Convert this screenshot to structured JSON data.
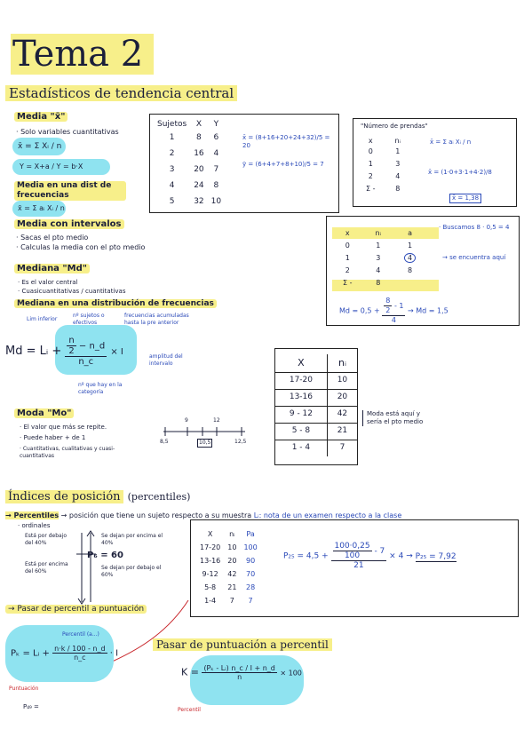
{
  "header": {
    "title": "Tema 2",
    "subtitle": "Estadísticos de tendencia central"
  },
  "media": {
    "title": "Media \"x̄\"",
    "note1": "· Solo variables cuantitativas",
    "formula1": "x̄ = Σ Xᵢ / n",
    "formula2": "Y = X+a / Y = b·X",
    "dist_title": "Media en una dist de frecuencias",
    "formula3": "x̄ = Σ aᵢ Xᵢ / n",
    "interval_title": "Media con intervalos",
    "interval_note1": "· Sacas el pto medio",
    "interval_note2": "· Calculas la media con el pto medio"
  },
  "sujetos_table": {
    "headers": [
      "Sujetos",
      "X",
      "Y"
    ],
    "rows": [
      [
        "1",
        "8",
        "6"
      ],
      [
        "2",
        "16",
        "4"
      ],
      [
        "3",
        "20",
        "7"
      ],
      [
        "4",
        "24",
        "8"
      ],
      [
        "5",
        "32",
        "10"
      ]
    ],
    "calc_x": "x̄ = (8+16+20+24+32)/5 = 20",
    "calc_y": "ȳ = (6+4+7+8+10)/5 = 7"
  },
  "prendas": {
    "title": "\"Número de prendas\"",
    "headers": [
      "x",
      "nᵢ"
    ],
    "rows": [
      [
        "0",
        "1"
      ],
      [
        "1",
        "3"
      ],
      [
        "2",
        "4"
      ]
    ],
    "sigma_label": "Σ -",
    "sigma_value": "8",
    "formula": "x̄ = Σ aᵢ Xᵢ / n",
    "calc": "x̄ = (1·0+3·1+4·2)/8",
    "result": "x̄ = 1,38"
  },
  "mediana": {
    "title": "Mediana \"Md\"",
    "note1": "· Es el valor central",
    "note2": "· Cuasicuantitativas / cuantitativas",
    "dist_title": "Mediana en una distribución de frecuencias",
    "ann_lim": "Lim inferior",
    "ann_suj": "nº sujetos o efectivos",
    "ann_frec": "frecuencias acumuladas hasta la pre anterior",
    "ann_amp": "amplitud del intervalo",
    "ann_cat": "nº que hay en la categoría",
    "formula_lhs": "Md = Lᵢ +",
    "formula_num_a": "n",
    "formula_num_b": "2",
    "formula_nd": "n_d",
    "formula_den": "n_c",
    "formula_tail": "× I"
  },
  "md_example": {
    "headers": [
      "x",
      "nᵢ",
      "a"
    ],
    "rows": [
      [
        "0",
        "1",
        "1"
      ],
      [
        "1",
        "3",
        "4"
      ],
      [
        "2",
        "4",
        "8"
      ]
    ],
    "sigma_label": "Σ -",
    "sigma_value": "8",
    "buscamos": "· Buscamos 8 · 0,5 = 4",
    "encuentra": "→ se encuentra aquí",
    "calc_lhs": "Md = 0,5 +",
    "calc_num_a": "8",
    "calc_num_b": "2",
    "calc_minus": "- 1",
    "calc_den": "4",
    "result": "Md = 1,5"
  },
  "intervals_table": {
    "headers": [
      "X",
      "nᵢ"
    ],
    "rows": [
      [
        "17-20",
        "10"
      ],
      [
        "13-16",
        "20"
      ],
      [
        "9 - 12",
        "42"
      ],
      [
        "5 - 8",
        "21"
      ],
      [
        "1 - 4",
        "7"
      ]
    ],
    "note": "Moda está aquí y sería el pto medio"
  },
  "moda": {
    "title": "Moda \"Mo\"",
    "note1": "· El valor que más se repite.",
    "note2": "· Puede haber + de 1",
    "note3": "· Cuantitativas, cualitativas y cuasi-cuantitativas",
    "axis": [
      "8,5",
      "9",
      "10,5",
      "12",
      "12,5"
    ]
  },
  "posicion": {
    "title": "Índices de posición",
    "paren": "(percentiles)",
    "perc_label": "→ Percentiles",
    "perc_desc": "→ posición que tiene un sujeto respecto a su muestra",
    "perc_li": "Lᵢ: nota de un examen respecto a la clase",
    "ordinales": "· ordinales",
    "left_top": "Está por debajo del 40%",
    "left_bottom": "Está por encima del 60%",
    "right_top": "Se dejan por encima el 40%",
    "p60": "P₆ = 60",
    "right_bottom": "Se dejan por debajo el 60%"
  },
  "percentile_table": {
    "headers": [
      "X",
      "nᵢ",
      "Pa"
    ],
    "rows": [
      [
        "17-20",
        "10",
        "100"
      ],
      [
        "13-16",
        "20",
        "90"
      ],
      [
        "9-12",
        "42",
        "70"
      ],
      [
        "5-8",
        "21",
        "28"
      ],
      [
        "1-4",
        "7",
        "7"
      ]
    ],
    "calc_lhs": "P₂₅ = 4,5 +",
    "calc_num": "100·0,25",
    "calc_den1": "100",
    "calc_minus": "- 7",
    "calc_den": "21",
    "calc_tail": "× 4",
    "result": "P₂₅ = 7,92"
  },
  "pasar1": {
    "title": "→ Pasar de percentil a puntuación",
    "ann_percentil": "Percentil (a...)",
    "formula_lhs": "Pₖ = Lᵢ +",
    "formula_num": "n·k / 100",
    "formula_nd": "- n_d",
    "formula_den": "n_c",
    "formula_tail": "· I",
    "ann_punt": "Puntuación",
    "p49": "P₄₉ ="
  },
  "pasar2": {
    "title": "Pasar de puntuación a percentil",
    "formula_lhs": "K =",
    "formula_num": "(Pₖ - Lᵢ) n_c / I + n_d",
    "formula_den": "n",
    "formula_tail": "× 100",
    "ann_perc": "Percentil"
  },
  "colors": {
    "highlight_yellow": "#f7ef8a",
    "highlight_blue": "#8fe3f0",
    "ink_blue": "#2a49b8",
    "ink_red": "#c8262b"
  }
}
